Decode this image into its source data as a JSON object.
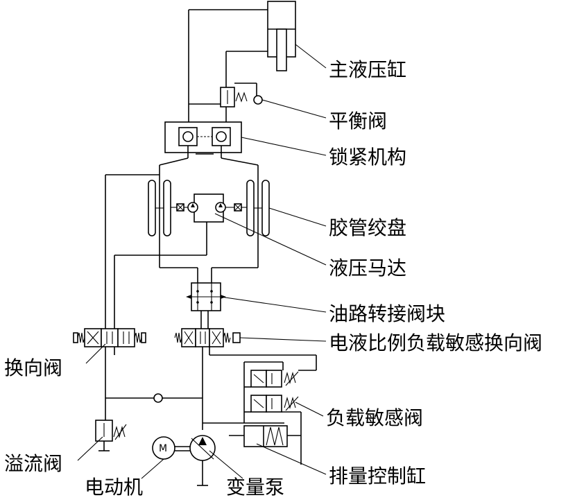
{
  "labels": {
    "main_cylinder": "主液压缸",
    "balance_valve": "平衡阀",
    "lock_mechanism": "锁紧机构",
    "hose_reel": "胶管绞盘",
    "hydraulic_motor": "液压马达",
    "oil_adapter_block": "油路转接阀块",
    "proportional_valve": "电液比例负载敏感换向阀",
    "directional_valve": "换向阀",
    "load_sensing_valve": "负载敏感阀",
    "relief_valve": "溢流阀",
    "electric_motor": "电动机",
    "variable_pump": "变量泵",
    "displacement_cylinder": "排量控制缸"
  },
  "symbols": {
    "motor_letter": "M"
  }
}
